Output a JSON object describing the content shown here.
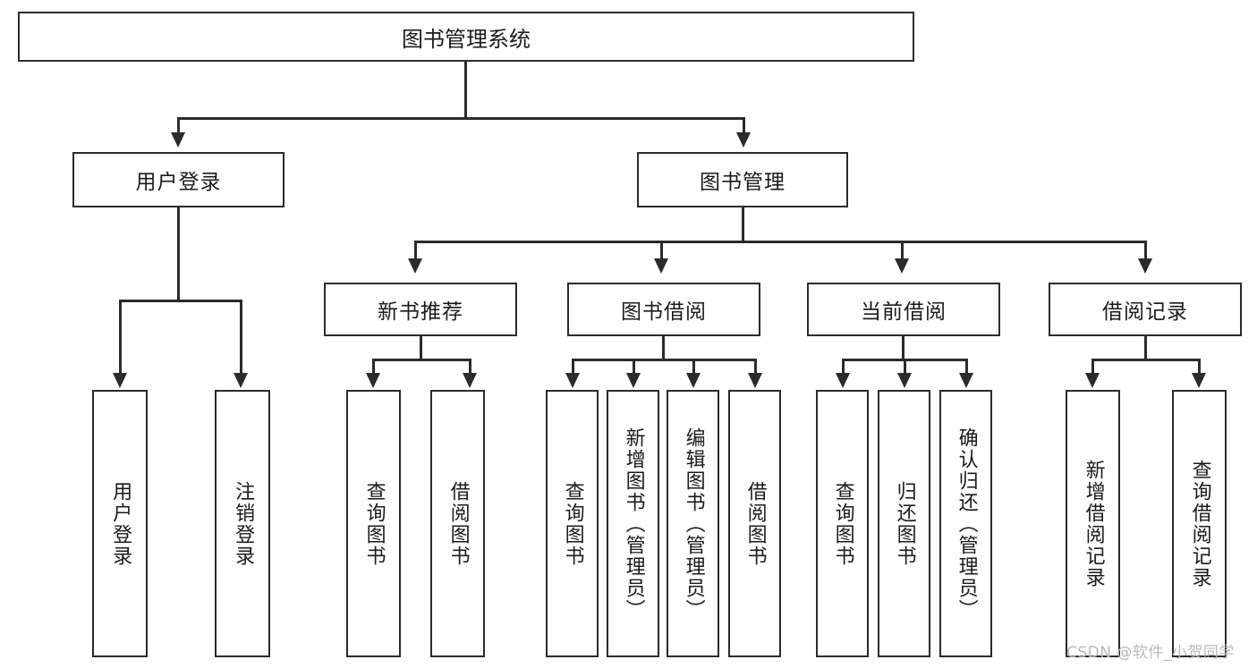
{
  "diagram": {
    "title": "图书管理系统",
    "type": "tree-hierarchy-diagram",
    "root": {
      "label": "图书管理系统"
    },
    "level2": [
      {
        "label": "用户登录"
      },
      {
        "label": "图书管理"
      }
    ],
    "level3": [
      {
        "label": "新书推荐",
        "parent": "图书管理"
      },
      {
        "label": "图书借阅",
        "parent": "图书管理"
      },
      {
        "label": "当前借阅",
        "parent": "图书管理"
      },
      {
        "label": "借阅记录",
        "parent": "图书管理"
      }
    ],
    "leaves": {
      "user_login": [
        {
          "label": "用户登录"
        },
        {
          "label": "注销登录"
        }
      ],
      "new_book_recommend": [
        {
          "label": "查询图书"
        },
        {
          "label": "借阅图书"
        }
      ],
      "book_borrow": [
        {
          "label": "查询图书"
        },
        {
          "label": "新增图书（管理员）"
        },
        {
          "label": "编辑图书（管理员）"
        },
        {
          "label": "借阅图书"
        }
      ],
      "current_borrow": [
        {
          "label": "查询图书"
        },
        {
          "label": "归还图书"
        },
        {
          "label": "确认归还（管理员）"
        }
      ],
      "borrow_record": [
        {
          "label": "新增借阅记录"
        },
        {
          "label": "查询借阅记录"
        }
      ]
    }
  },
  "watermark": {
    "text": "CSDN @软件_小贺同学"
  },
  "colors": {
    "border": "#2b2b2b",
    "background": "#ffffff",
    "text": "#1b1b1b",
    "watermark": "#b9b9b9"
  }
}
